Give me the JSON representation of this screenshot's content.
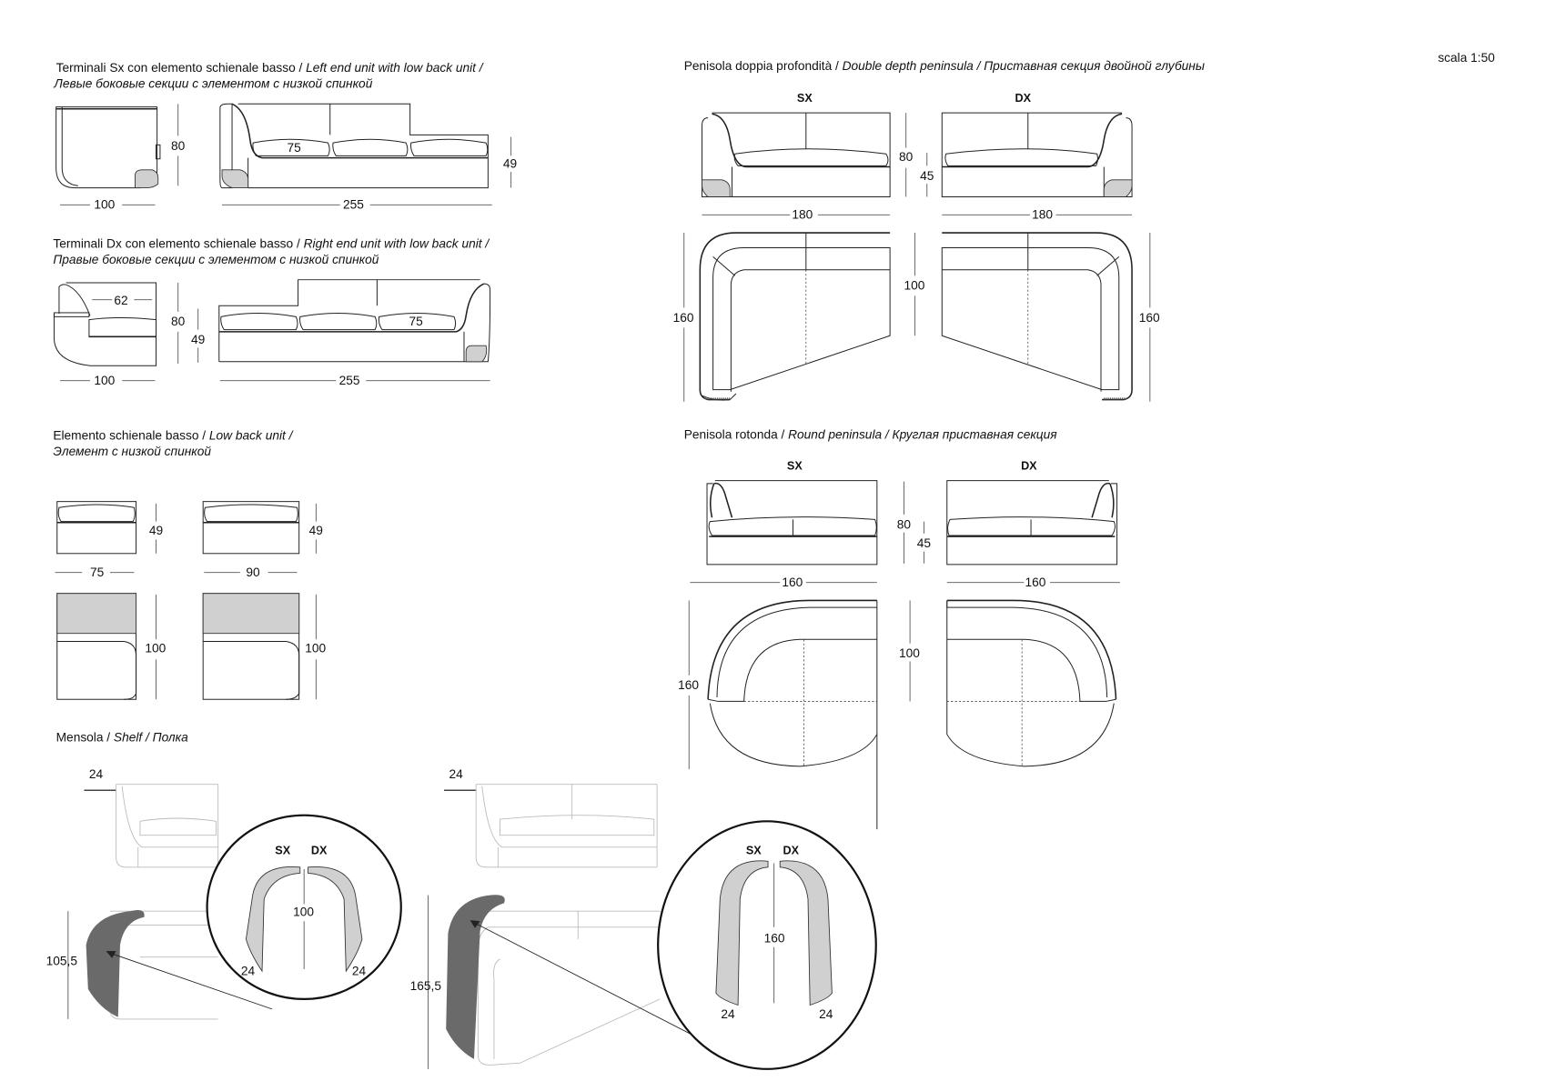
{
  "scale": "scala 1:50",
  "sections": {
    "left_end": {
      "title_it": "Terminali Sx con elemento schienale basso / ",
      "title_en": "Left end unit with low back unit  /",
      "title_ru": "Левые боковые секции с элементом с низкой спинкой",
      "dims": {
        "height": "80",
        "seat_height": "49",
        "depth": "100",
        "width": "255",
        "cushion": "75"
      }
    },
    "right_end": {
      "title_it": "Terminali Dx con elemento schienale basso / ",
      "title_en": "Right end unit with low back unit  /",
      "title_ru": "Правые боковые секции с элементом с низкой спинкой",
      "dims": {
        "height": "80",
        "seat_height": "49",
        "depth": "100",
        "width": "255",
        "cushion": "75",
        "seat_depth": "62"
      }
    },
    "low_back": {
      "title_it": "Elemento schienale basso / ",
      "title_en": "Low back unit /",
      "title_ru": "Элемент с низкой спинкой",
      "dims": {
        "h1": "49",
        "h2": "49",
        "w1": "75",
        "w2": "90",
        "d1": "100",
        "d2": "100"
      }
    },
    "shelf": {
      "title_it": "Mensola / ",
      "title_en": "Shelf / Полка",
      "small": {
        "thickness": "24",
        "height": "105,5",
        "sx": "SX",
        "dx": "DX",
        "length": "100",
        "sx_w": "24",
        "dx_w": "24"
      },
      "large": {
        "thickness": "24",
        "height": "165,5",
        "sx": "SX",
        "dx": "DX",
        "length": "160",
        "sx_w": "24",
        "dx_w": "24"
      }
    },
    "double_depth": {
      "title_it": "Penisola doppia profondità / ",
      "title_en": "Double depth peninsula / Приставная секция двойной глубины",
      "sx": "SX",
      "dx": "DX",
      "dims": {
        "height": "80",
        "seat_height": "45",
        "width_sx": "180",
        "width_dx": "180",
        "inner_depth": "100",
        "depth_sx": "160",
        "depth_dx": "160"
      }
    },
    "round": {
      "title_it": "Penisola rotonda / ",
      "title_en": "Round peninsula / Круглая приставная секция",
      "sx": "SX",
      "dx": "DX",
      "dims": {
        "height": "80",
        "seat_height": "45",
        "width_sx": "160",
        "width_dx": "160",
        "inner_depth": "100",
        "depth": "160"
      }
    }
  }
}
